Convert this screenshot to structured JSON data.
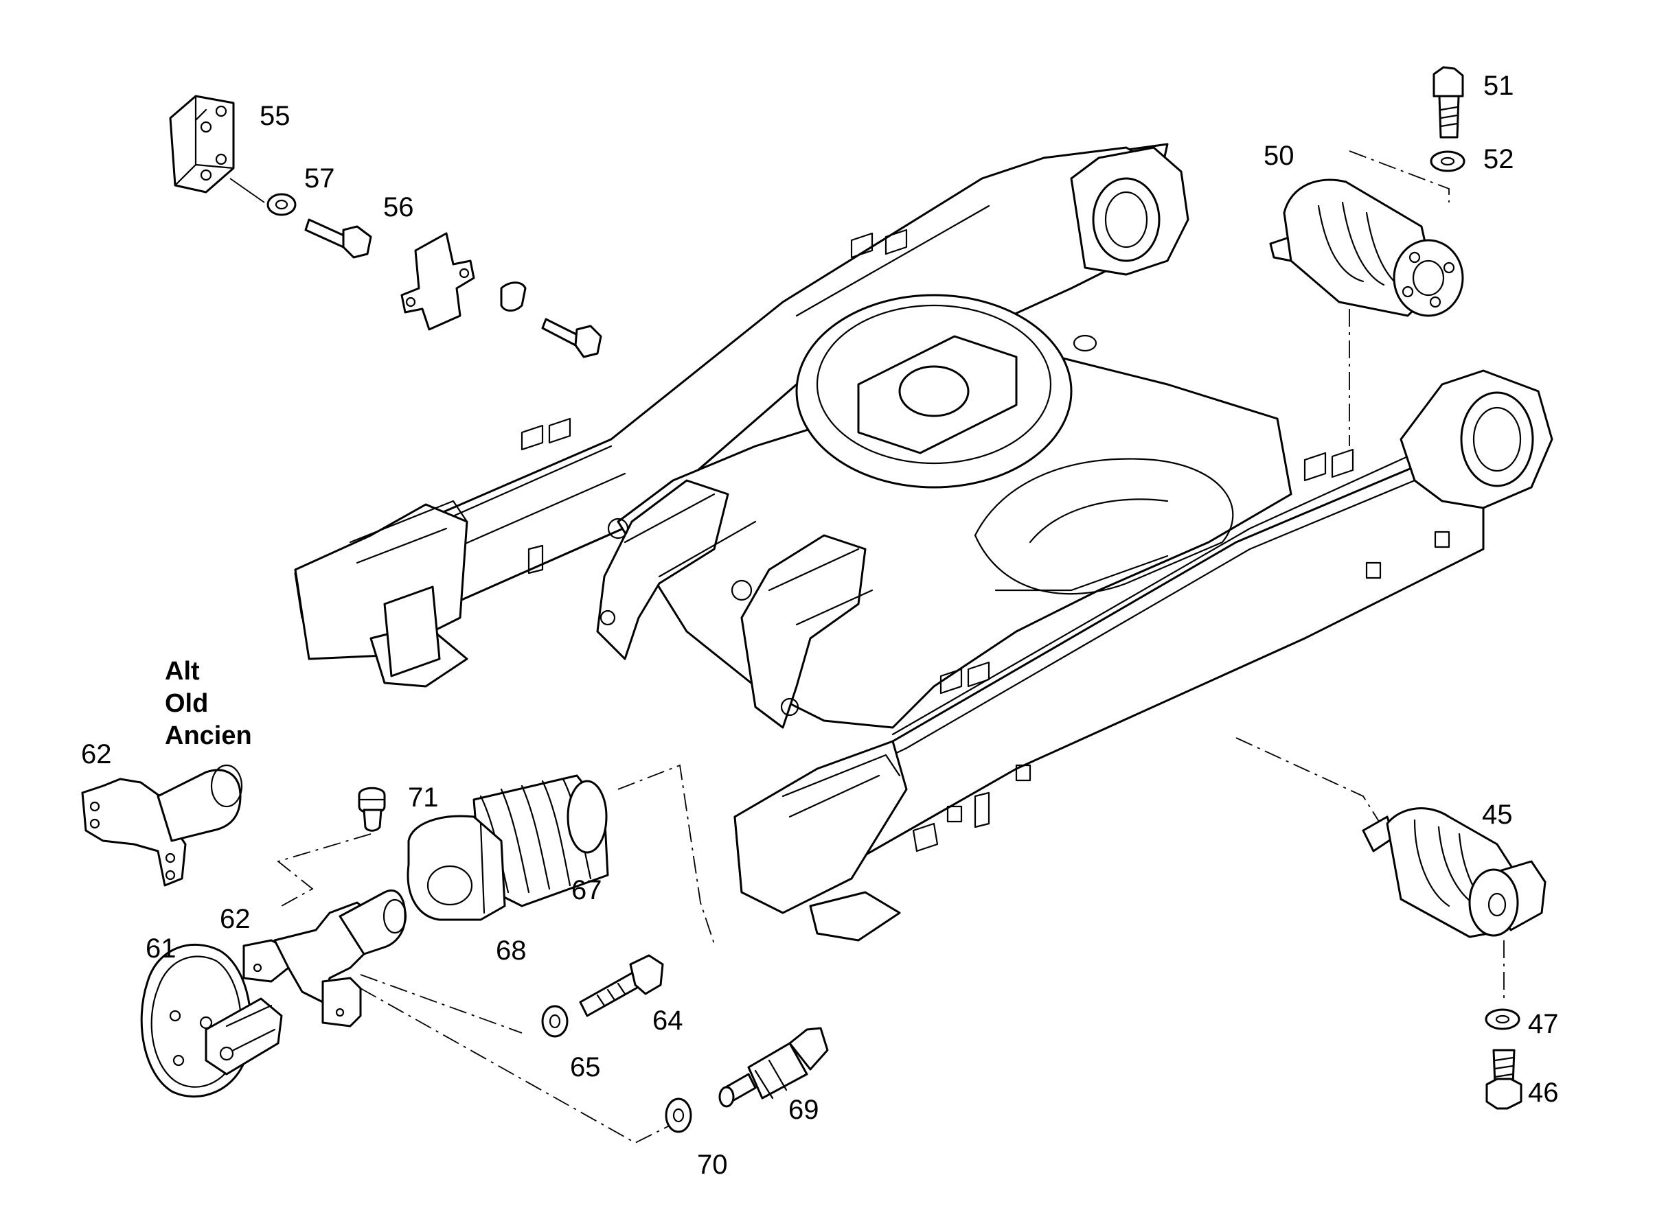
{
  "diagram": {
    "variant_note": [
      "Alt",
      "Old",
      "Ancien"
    ],
    "callouts": [
      "55",
      "57",
      "56",
      "51",
      "52",
      "50",
      "62",
      "71",
      "67",
      "68",
      "61",
      "64",
      "65",
      "69",
      "70",
      "45",
      "47",
      "46"
    ],
    "colors": {
      "line": "#000000",
      "background": "#ffffff"
    }
  }
}
